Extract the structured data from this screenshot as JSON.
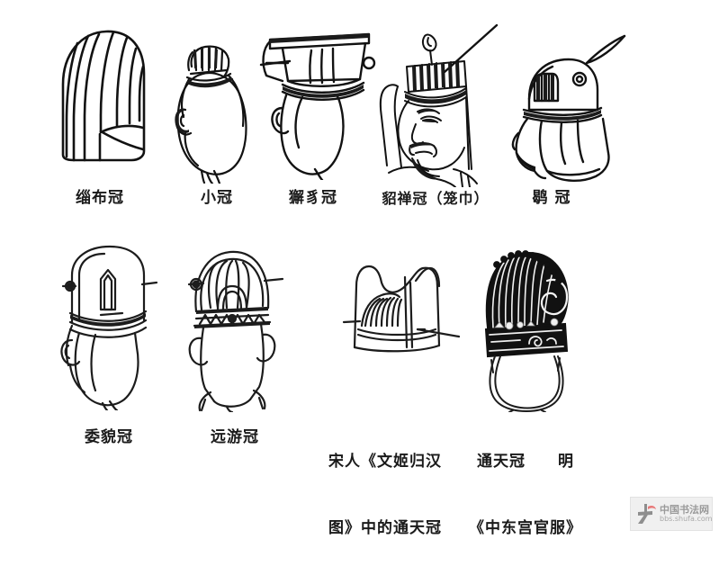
{
  "page": {
    "title": "中国古代冠式图示",
    "background_color": "#ffffff",
    "ink_color": "#1a1a1a"
  },
  "rows": [
    {
      "id": "row-top",
      "figures": [
        {
          "id": "zi-bu-guan",
          "label": "缁布冠",
          "icon": "striped-cloth-cap-illustration",
          "description": "缁布冠"
        },
        {
          "id": "xiao-guan",
          "label": "小冠",
          "icon": "small-cap-profile-illustration",
          "description": "小冠"
        },
        {
          "id": "xiezhi-guan",
          "label": "獬豸冠",
          "icon": "flat-board-cap-illustration",
          "description": "獬豸冠"
        },
        {
          "id": "diaochan-guan",
          "label": "貂禅冠（笼巾）",
          "icon": "official-portrait-cap-illustration",
          "description": "貂禅冠（笼巾）"
        },
        {
          "id": "he-guan",
          "label": "鹖 冠",
          "icon": "plumed-helmet-cap-illustration",
          "description": "鹖 冠"
        }
      ]
    },
    {
      "id": "row-bottom",
      "figures": [
        {
          "id": "weimao-guan",
          "label": "委貌冠",
          "icon": "tall-rounded-cap-illustration",
          "description": "委貌冠"
        },
        {
          "id": "yuanyou-guan",
          "label": "远游冠",
          "icon": "front-view-ornate-cap-illustration",
          "description": "远游冠"
        },
        {
          "id": "song-tongtian-guan",
          "label_line1": "宋人《文姬归汉",
          "label_line2": "图》中的通天冠",
          "icon": "ribbed-tongtian-cap-illustration",
          "description": "宋人《文姬归汉图》中的通天冠"
        },
        {
          "id": "ming-tongtian-guan",
          "label_line1": "通天冠　　明",
          "label_line2": "《中东宫官服》",
          "icon": "black-ming-tongtian-cap-illustration",
          "description": "通天冠 明《中东宫官服》"
        }
      ]
    }
  ],
  "watermark": {
    "site_name": "中国书法网",
    "url": "bbs.shufa.com",
    "mark_color": "#8e8e8e",
    "accent_color": "#e87a7a"
  }
}
